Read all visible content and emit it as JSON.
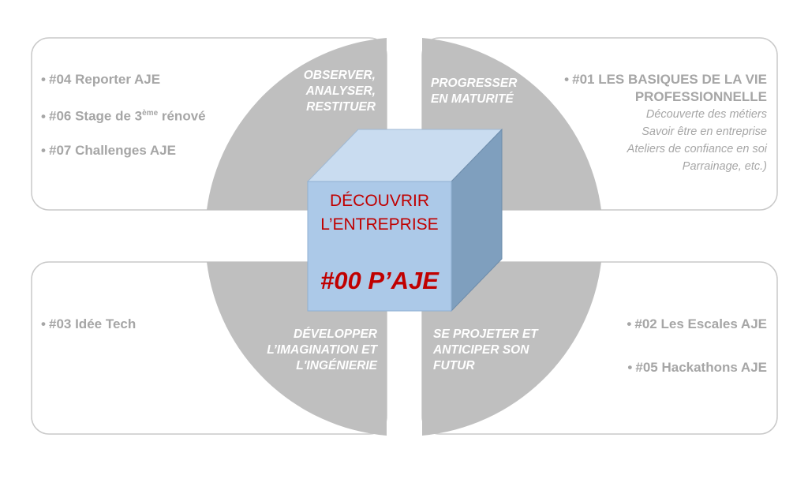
{
  "center": {
    "title_line1": "DÉCOUVRIR",
    "title_line2": "L’ENTREPRISE",
    "code": "#00 P’AJE"
  },
  "quadrants": {
    "top_left": {
      "line1": "OBSERVER,",
      "line2": "ANALYSER,",
      "line3": "RESTITUER"
    },
    "top_right": {
      "line1": "PROGRESSER",
      "line2": "EN MATURITÉ"
    },
    "bottom_left": {
      "line1": "DÉVELOPPER",
      "line2": "L’IMAGINATION ET",
      "line3": "L'INGÉNIERIE"
    },
    "bottom_right": {
      "line1": "SE PROJETER ET",
      "line2": "ANTICIPER SON",
      "line3": "FUTUR"
    }
  },
  "panels": {
    "top_left": [
      {
        "text": "#04 Reporter AJE"
      },
      {
        "text_before": "#06 Stage de 3",
        "sup": "ème",
        "text_after": " rénové"
      },
      {
        "text": "#07 Challenges AJE"
      }
    ],
    "top_right": {
      "title_line1": "#01 LES BASIQUES DE LA VIE",
      "title_line2": "PROFESSIONNELLE",
      "subitems": [
        "Découverte des métiers",
        "Savoir être en entreprise",
        "Ateliers de confiance en soi",
        "Parrainage, etc.)"
      ]
    },
    "bottom_left": [
      {
        "text": "#03 Idée Tech"
      }
    ],
    "bottom_right": [
      {
        "text": "#02 Les Escales AJE"
      },
      {
        "text": "#05 Hackathons AJE"
      }
    ]
  },
  "bullet_char": "•",
  "colors": {
    "quadrant_fill": "#bfbfbf",
    "panel_border": "#c9c9c9",
    "text_gray": "#a6a6a6",
    "cube_front": "#acc9e8",
    "cube_top": "#c9dcf0",
    "cube_side": "#7f9fbe",
    "accent_red": "#c00000"
  }
}
